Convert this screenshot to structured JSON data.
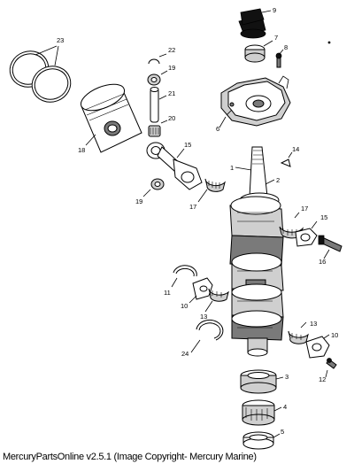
{
  "caption": "MercuryPartsOnline v2.5.1 (Image Copyright- Mercury Marine)",
  "callouts": [
    "1",
    "2",
    "3",
    "4",
    "5",
    "6",
    "7",
    "8",
    "9",
    "10",
    "10",
    "11",
    "12",
    "13",
    "13",
    "14",
    "15",
    "15",
    "16",
    "17",
    "17",
    "18",
    "19",
    "19",
    "20",
    "21",
    "22",
    "23",
    "24"
  ]
}
